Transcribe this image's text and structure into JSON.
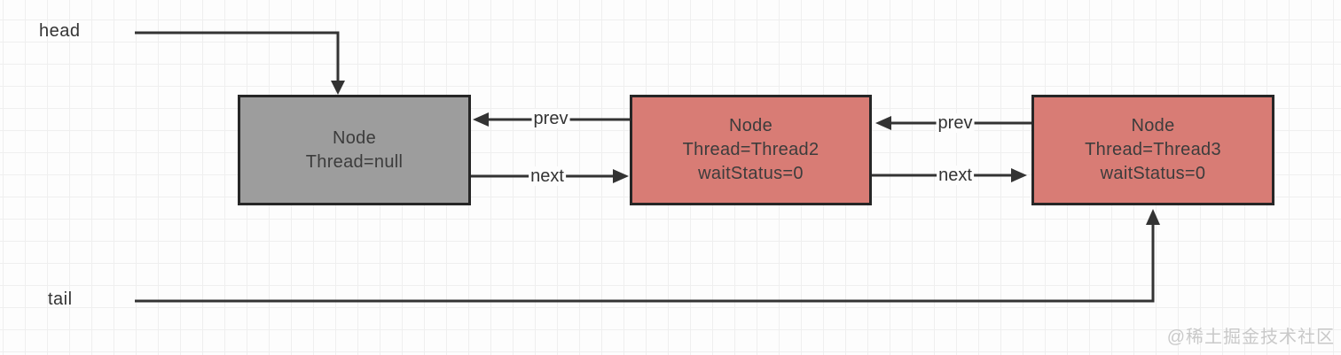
{
  "diagram": {
    "pointers": {
      "head": "head",
      "tail": "tail"
    },
    "edge_labels": {
      "prev": "prev",
      "next": "next"
    },
    "nodes": [
      {
        "line1": "Node",
        "line2": "Thread=null",
        "line3": "",
        "fill": "#9d9d9d"
      },
      {
        "line1": "Node",
        "line2": "Thread=Thread2",
        "line3": "waitStatus=0",
        "fill": "#d87c75"
      },
      {
        "line1": "Node",
        "line2": "Thread=Thread3",
        "line3": "waitStatus=0",
        "fill": "#d87c75"
      }
    ],
    "colors": {
      "node_gray": "#9d9d9d",
      "node_red": "#d87c75",
      "node_border": "#262626",
      "line": "#333333",
      "node_text": "#3c3c3c",
      "grid_line": "#efefef",
      "canvas_background": "#fdfdfd",
      "watermark": "#c9c9c9"
    }
  },
  "watermark": {
    "text": "@稀土掘金技术社区"
  }
}
